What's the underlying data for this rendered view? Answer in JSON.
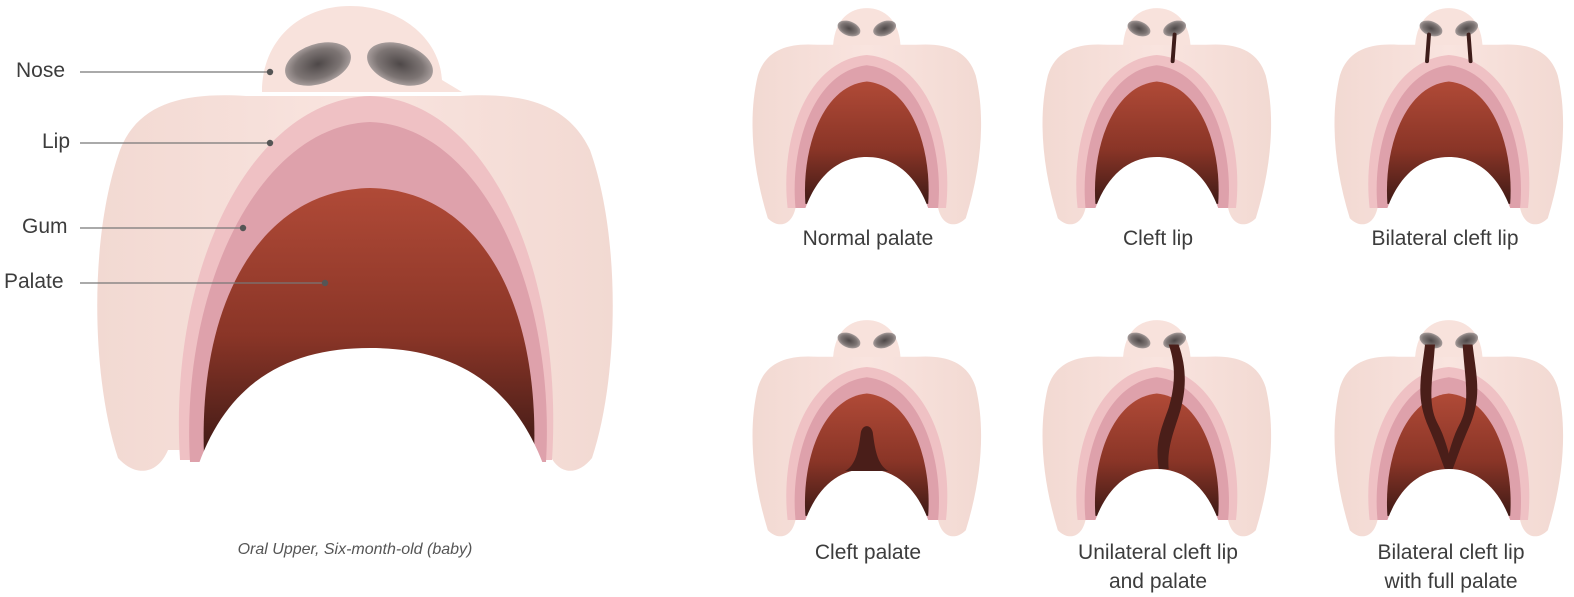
{
  "main_diagram": {
    "labels": [
      "Nose",
      "Lip",
      "Gum",
      "Palate"
    ],
    "caption": "Oral Upper, Six-month-old (baby)"
  },
  "variants": [
    {
      "id": "normal",
      "caption": "Normal palate"
    },
    {
      "id": "cleft-lip",
      "caption": "Cleft lip"
    },
    {
      "id": "bilateral-cleft-lip",
      "caption": "Bilateral cleft lip"
    },
    {
      "id": "cleft-palate",
      "caption": "Cleft palate"
    },
    {
      "id": "unilateral-cleft-lip-palate",
      "caption": "Unilateral cleft lip and palate"
    },
    {
      "id": "bilateral-cleft-lip-full-palate",
      "caption": "Bilateral cleft lip with full palate"
    }
  ],
  "colors": {
    "skin": "#f6dcd6",
    "lip": "#efc1c4",
    "gum": "#db9ea8",
    "palate_top": "#b04a37",
    "palate_bottom": "#4a1e19",
    "nostril": "#6b6463",
    "label_line": "#777777"
  }
}
